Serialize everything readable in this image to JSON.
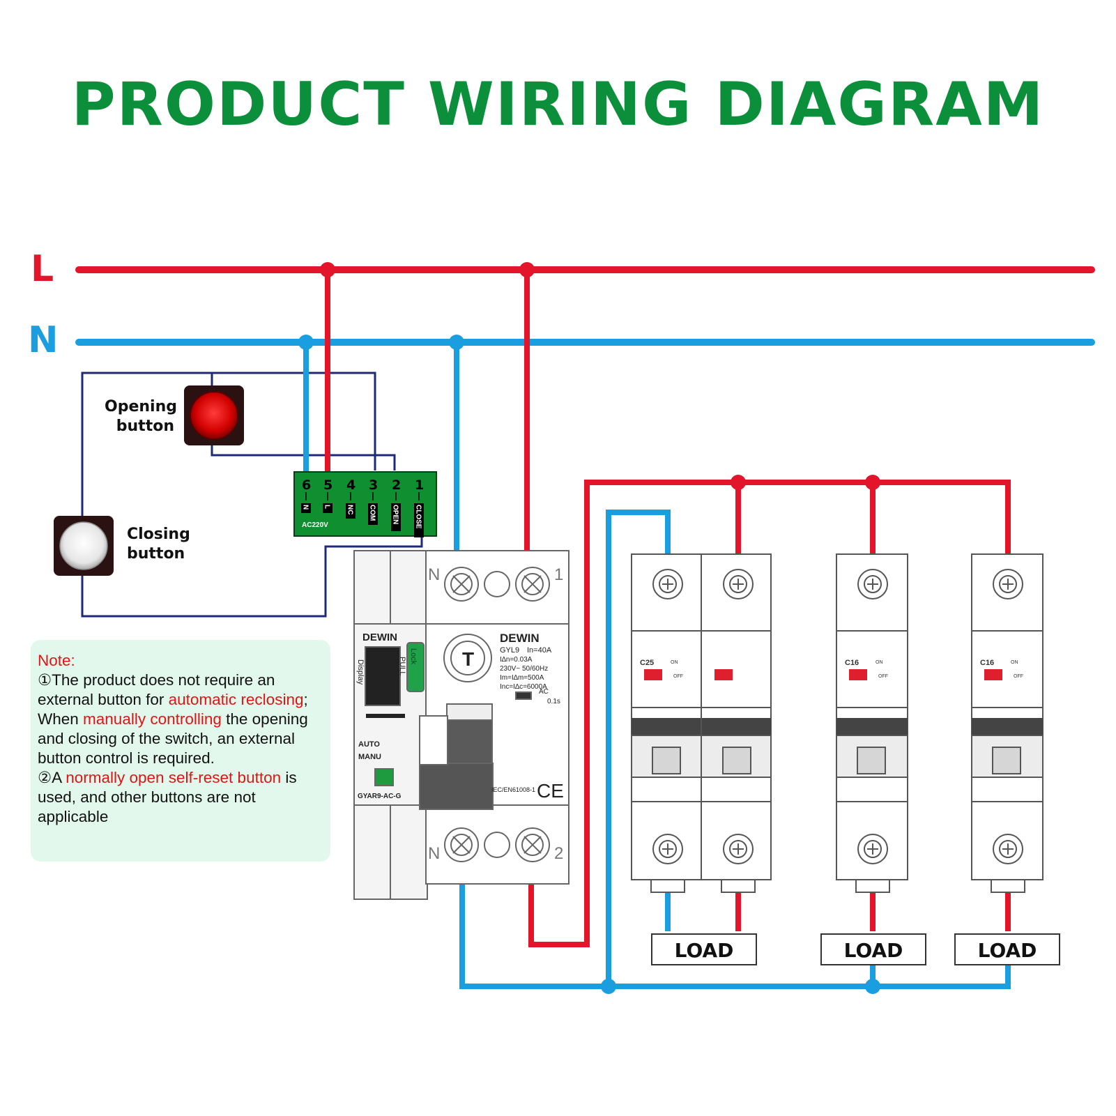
{
  "title": "PRODUCT WIRING DIAGRAM",
  "lines": {
    "live": "L",
    "neutral": "N"
  },
  "colors": {
    "live": "#e3152a",
    "neutral": "#1a9ee0",
    "control": "#1c2a7a",
    "title": "#0b8f3a",
    "note_bg": "#e3f8ec",
    "note_accent": "#e01414",
    "module": "#0f8f2f"
  },
  "buttons": {
    "opening_line1": "Opening",
    "opening_line2": "button",
    "closing_line1": "Closing",
    "closing_line2": "button"
  },
  "control_module": {
    "terminal_numbers": [
      "6",
      "5",
      "4",
      "3",
      "2",
      "1"
    ],
    "terminal_labels": [
      "N",
      "L",
      "NC",
      "COM",
      "OPEN",
      "CLOSE"
    ],
    "supply": "AC220V"
  },
  "main_breaker": {
    "top_left": "N",
    "top_right": "1",
    "bottom_left": "N",
    "bottom_right": "2",
    "module_brand": "DEWIN",
    "display_label": "Display",
    "pull_label": "PULL",
    "lock_label": "Lock",
    "mode_auto": "AUTO",
    "mode_manu": "MANU",
    "module_model": "GYAR9-AC-G",
    "brand": "DEWIN",
    "model": "GYL9",
    "rating": "In=40A",
    "spec_lines": [
      "I∆n=0.03A",
      "230V~ 50/60Hz",
      "Im=I∆m=500A",
      "Inc=I∆c=6000A"
    ],
    "ac_label": "AC",
    "trip_time": "0.1s",
    "test_label": "T",
    "standard": "IEC/EN61008-1",
    "ce_mark": "CE"
  },
  "sub_breakers": [
    {
      "rating": "C25",
      "on": "ON",
      "off": "OFF"
    },
    {
      "rating": "C16",
      "on": "ON",
      "off": "OFF"
    },
    {
      "rating": "C16",
      "on": "ON",
      "off": "OFF"
    }
  ],
  "loads": [
    "LOAD",
    "LOAD",
    "LOAD"
  ],
  "note": {
    "heading": "Note:",
    "p1_a": "①The product does not require an external button for ",
    "p1_red": "automatic reclosing",
    "p1_b": ";",
    "p2_a": "When ",
    "p2_red": "manually controlling",
    "p2_b": " the opening and closing of the switch, an external button control is required.",
    "p3_a": "②A ",
    "p3_red": "normally open self-reset button",
    "p3_b": " is used, and other buttons are not applicable"
  }
}
